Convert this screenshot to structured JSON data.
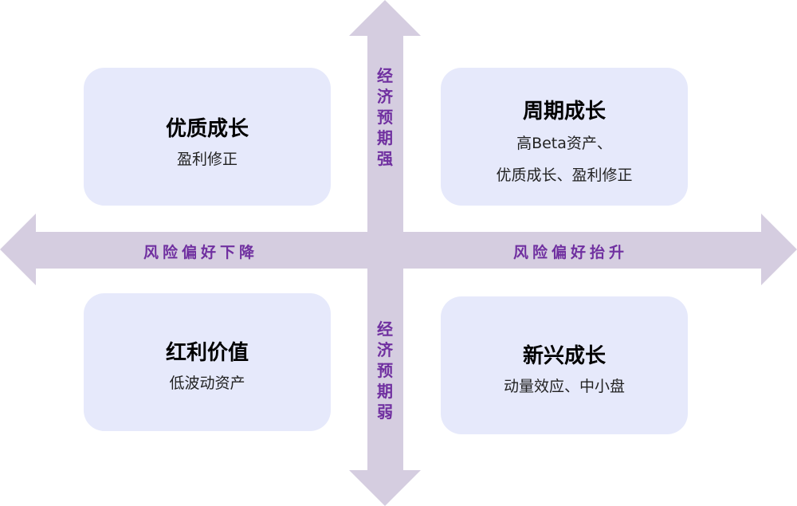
{
  "colors": {
    "arrow": "#d5cde0",
    "label": "#7030a0",
    "box": "#e6e9fb"
  },
  "axes": {
    "up": "经济预期强",
    "down": "经济预期弱",
    "left": "风险偏好下降",
    "right": "风险偏好抬升"
  },
  "quadrants": {
    "top_left": {
      "title": "优质成长",
      "lines": [
        "盈利修正"
      ]
    },
    "top_right": {
      "title": "周期成长",
      "lines": [
        "高Beta资产、",
        "优质成长、盈利修正"
      ]
    },
    "bottom_left": {
      "title": "红利价值",
      "lines": [
        "低波动资产"
      ]
    },
    "bottom_right": {
      "title": "新兴成长",
      "lines": [
        "动量效应、中小盘"
      ]
    }
  }
}
